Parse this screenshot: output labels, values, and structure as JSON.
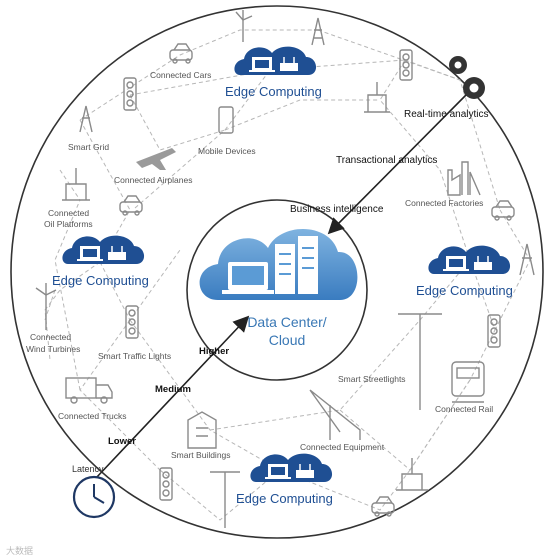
{
  "center": {
    "line1": "Data Center/",
    "line2": "Cloud"
  },
  "edge_nodes": [
    "Edge Computing",
    "Edge Computing",
    "Edge Computing",
    "Edge Computing"
  ],
  "analytics": {
    "realtime": "Real-time analytics",
    "transactional": "Transactional analytics",
    "business": "Business intelligence"
  },
  "latency": {
    "label": "Latency",
    "lower": "Lower",
    "medium": "Medium",
    "higher": "Higher"
  },
  "devices": {
    "cars": "Connected Cars",
    "grid": "Smart Grid",
    "mobile": "Mobile Devices",
    "airplanes": "Connected Airplanes",
    "oil1": "Connected",
    "oil2": "Oil Platforms",
    "factories": "Connected Factories",
    "wind1": "Connected",
    "wind2": "Wind Turbines",
    "traffic": "Smart Traffic Lights",
    "streetlights": "Smart Streetlights",
    "trucks": "Connected Trucks",
    "rail": "Connected Rail",
    "buildings": "Smart Buildings",
    "equipment": "Connected Equipment"
  },
  "watermark": "大数据",
  "colors": {
    "edge_blue": "#1f4f93",
    "cloud_blue": "#5b9bd5",
    "ring": "#333333"
  }
}
